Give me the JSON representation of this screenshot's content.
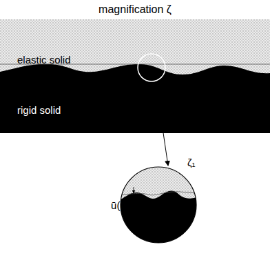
{
  "diagram": {
    "title": "magnification ζ",
    "labels": [
      "elastic solid",
      "rigid solid",
      "ζ₁",
      "ū(ζ)"
    ]
  }
}
